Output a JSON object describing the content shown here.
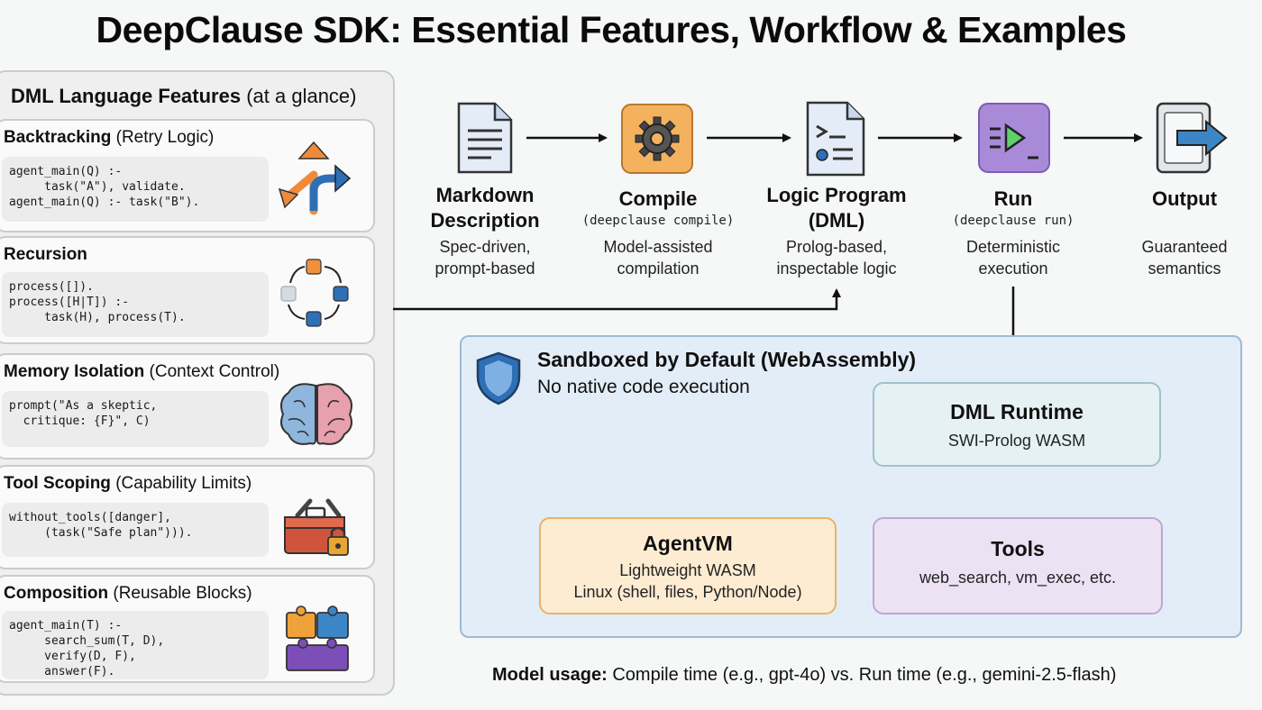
{
  "title": "DeepClause SDK: Essential Features, Workflow & Examples",
  "panel": {
    "title_bold": "DML Language Features",
    "title_rest": " (at a glance)",
    "features": [
      {
        "name": "Backtracking",
        "detail": " (Retry Logic)",
        "code": "agent_main(Q) :-\n     task(\"A\"), validate.\nagent_main(Q) :- task(\"B\").",
        "icon": "branch-arrows-icon"
      },
      {
        "name": "Recursion",
        "detail": "",
        "code": "process([]).\nprocess([H|T]) :-\n     task(H), process(T).",
        "icon": "cycle-nodes-icon"
      },
      {
        "name": "Memory Isolation",
        "detail": " (Context Control)",
        "code": "prompt(\"As a skeptic,\n  critique: {F}\", C)",
        "icon": "brain-icon"
      },
      {
        "name": "Tool Scoping",
        "detail": " (Capability Limits)",
        "code": "without_tools([danger],\n     (task(\"Safe plan\"))).",
        "icon": "locked-toolbox-icon"
      },
      {
        "name": "Composition",
        "detail": " (Reusable Blocks)",
        "code": "agent_main(T) :-\n     search_sum(T, D),\n     verify(D, F),\n     answer(F).",
        "icon": "puzzle-blocks-icon"
      }
    ]
  },
  "flow": [
    {
      "title": "Markdown\nDescription",
      "cmd": "",
      "desc": "Spec-driven,\nprompt-based",
      "icon": "document-icon"
    },
    {
      "title": "Compile",
      "cmd": "(deepclause compile)",
      "desc": "Model-assisted\ncompilation",
      "icon": "gear-icon"
    },
    {
      "title": "Logic Program\n(DML)",
      "cmd": "",
      "desc": "Prolog-based,\ninspectable logic",
      "icon": "code-file-icon"
    },
    {
      "title": "Run",
      "cmd": "(deepclause run)",
      "desc": "Deterministic\nexecution",
      "icon": "play-terminal-icon"
    },
    {
      "title": "Output",
      "cmd": "",
      "desc": "Guaranteed\nsemantics",
      "icon": "output-arrow-icon"
    }
  ],
  "sandbox": {
    "title": "Sandboxed by Default (WebAssembly)",
    "subtitle": "No native code execution",
    "runtime": {
      "title": "DML Runtime",
      "sub": "SWI-Prolog WASM"
    },
    "agentvm": {
      "title": "AgentVM",
      "line1": "Lightweight WASM",
      "line2": "Linux (shell, files, Python/Node)"
    },
    "tools": {
      "title": "Tools",
      "sub": "web_search, vm_exec, etc."
    }
  },
  "footer": {
    "bold": "Model usage:",
    "rest": " Compile time (e.g., gpt-4o) vs. Run time (e.g., gemini-2.5-flash)"
  },
  "colors": {
    "compile": "#f4b25f",
    "run": "#a98ad9",
    "sandbox": "#e3edf8",
    "agentvm": "#fdecd2",
    "tools": "#ece2f4",
    "shield": "#2f6fb5"
  }
}
